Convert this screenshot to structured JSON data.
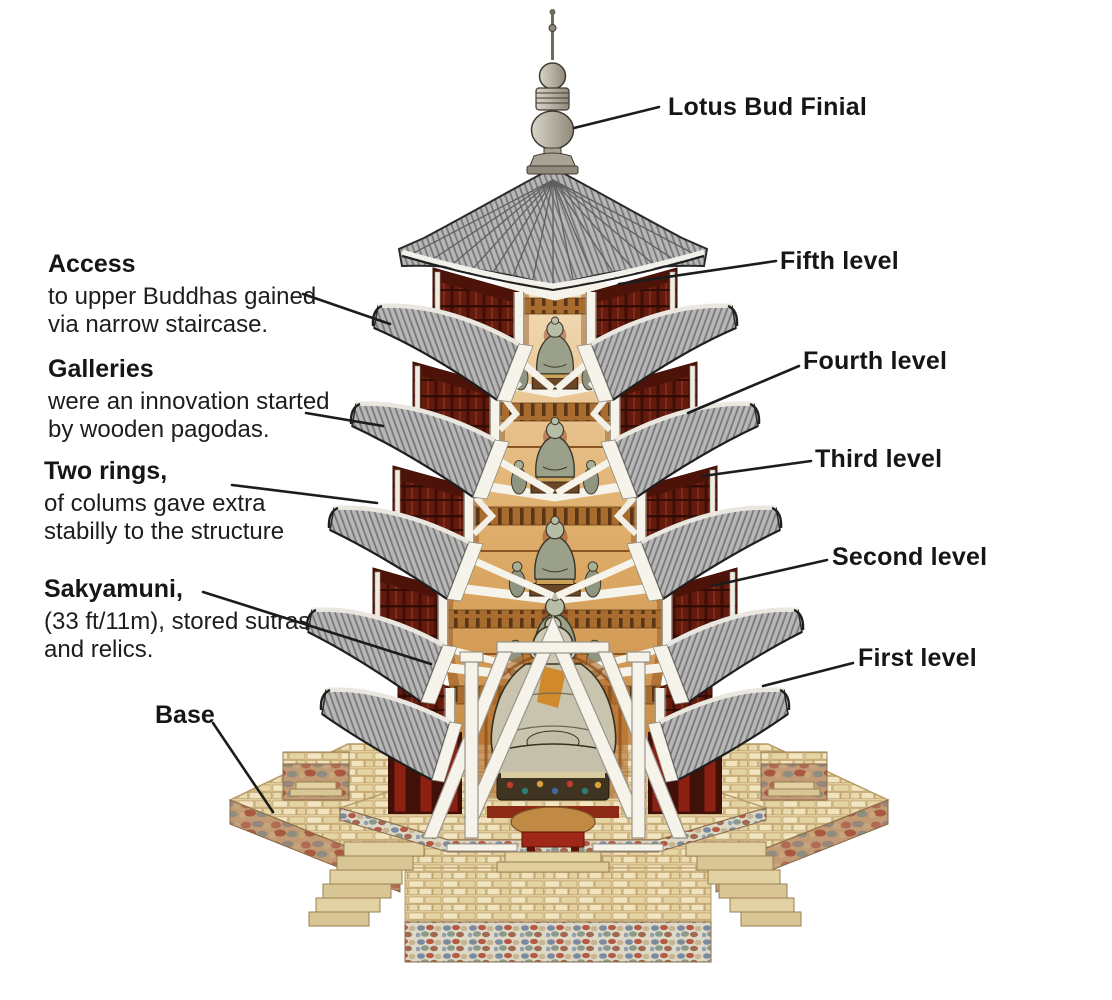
{
  "figure": {
    "description": "Cutaway diagram of a five-story wooden pagoda",
    "right_labels": [
      {
        "id": "lotus-bud-finial",
        "text": "Lotus Bud Finial"
      },
      {
        "id": "fifth-level",
        "text": "Fifth level"
      },
      {
        "id": "fourth-level",
        "text": "Fourth level"
      },
      {
        "id": "third-level",
        "text": "Third level"
      },
      {
        "id": "second-level",
        "text": "Second level"
      },
      {
        "id": "first-level",
        "text": "First level"
      }
    ],
    "left_annotations": [
      {
        "id": "access",
        "heading": "Access",
        "body": "to upper Buddhas gained\nvia narrow staircase."
      },
      {
        "id": "galleries",
        "heading": "Galleries",
        "body": "were an innovation started\nby wooden pagodas."
      },
      {
        "id": "two-rings",
        "heading": "Two rings,",
        "body": "of colums gave extra\nstabilly to the structure"
      },
      {
        "id": "sakyamuni",
        "heading": "Sakyamuni,",
        "body": "(33 ft/11m), stored sutras\nand relics."
      },
      {
        "id": "base",
        "heading": "Base",
        "body": ""
      }
    ],
    "colors": {
      "background": "#ffffff",
      "text": "#1c1c1c",
      "leader_line": "#1c1c1c",
      "roof_gray": "#b9b9b9",
      "wall_red": "#641a0d",
      "interior_tan": "#dfae6b",
      "beam_white": "#f6f3ea",
      "stone_cream": "#eee0b4",
      "rubble": "#b06b52"
    }
  }
}
